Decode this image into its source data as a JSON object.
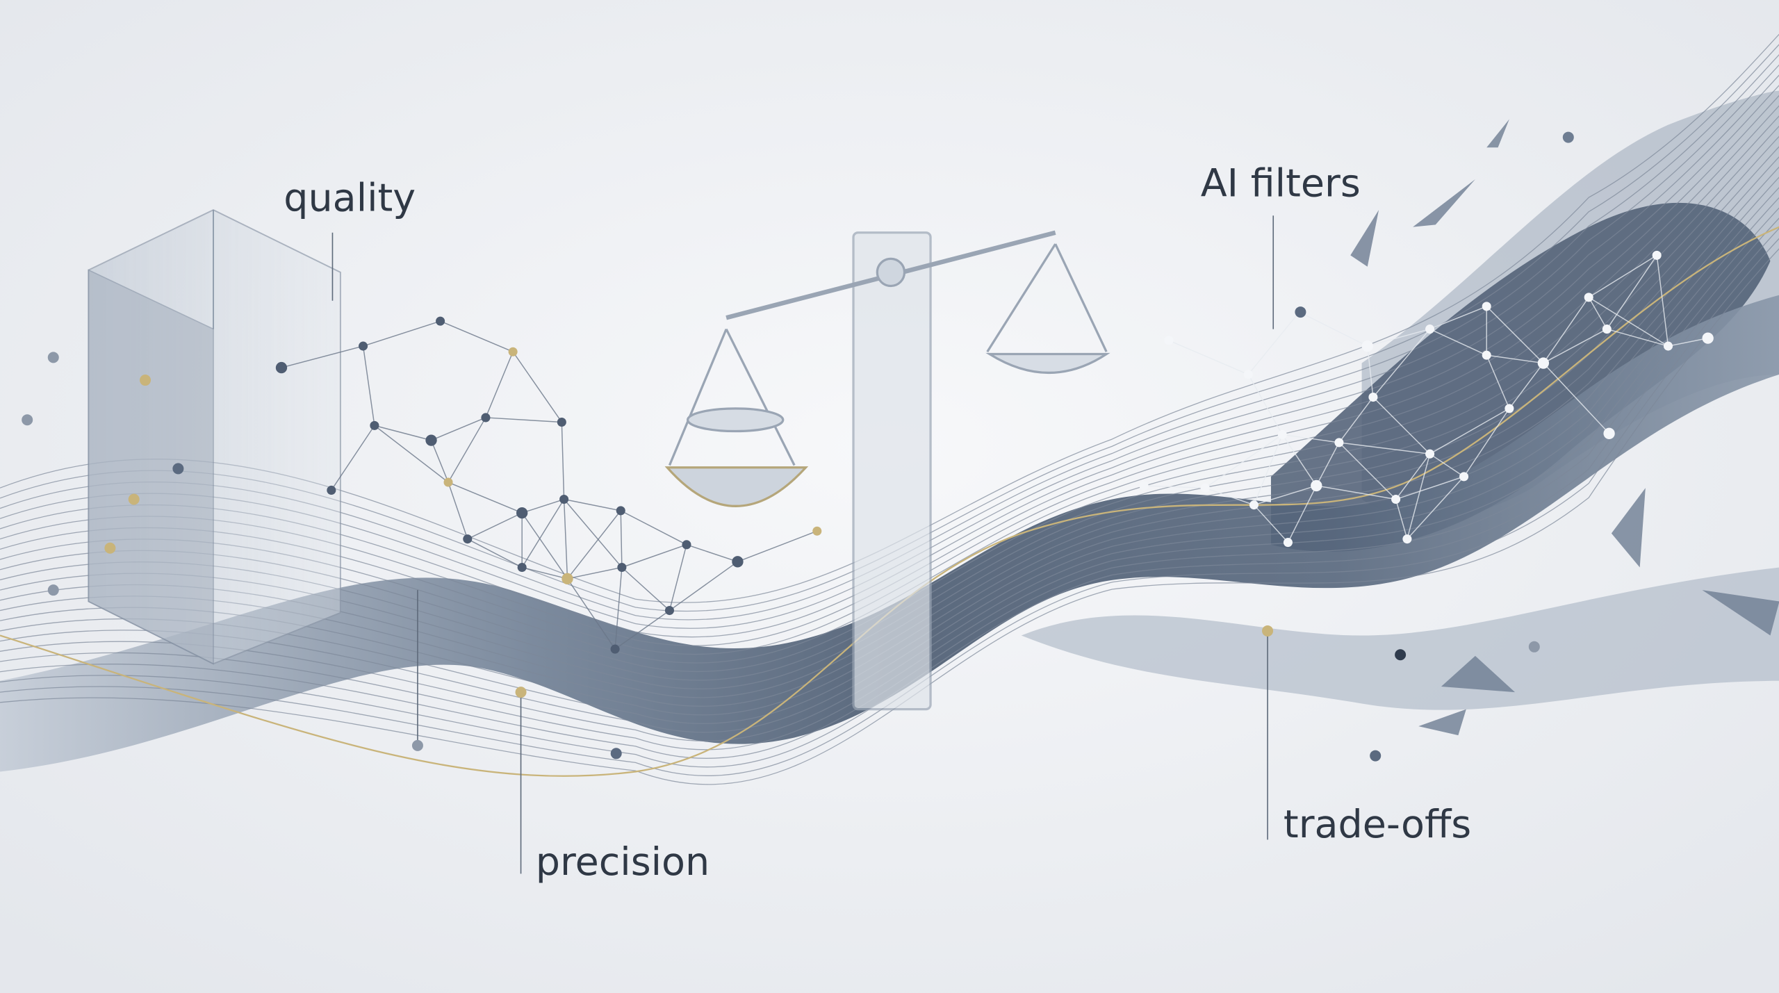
{
  "labels": {
    "quality": "quality",
    "ai_filters": "AI filters",
    "precision": "precision",
    "trade_offs": "trade-offs"
  },
  "colors": {
    "background": "#eef0f3",
    "wave_dark": "#4f6077",
    "wave_mid": "#8897ab",
    "line": "#7d8899",
    "gold": "#c9b47a",
    "text": "#2f3845"
  }
}
